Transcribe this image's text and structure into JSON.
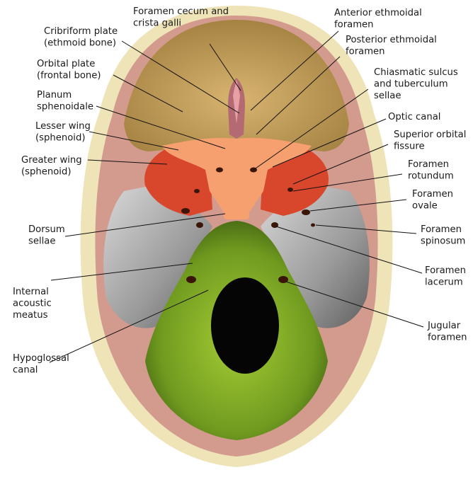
{
  "figure": {
    "colors": {
      "frontal": "#c9a45e",
      "ethmoid": "#b36a72",
      "sphenoid_light": "#f6a070",
      "sphenoid_dark": "#d8462c",
      "temporal": "#a9a9a9",
      "occipital": "#7ea624",
      "parietal": "#d39a8e",
      "skull_rim": "#efe3b8",
      "foramen_magnum": "#050505"
    },
    "labels": {
      "foramen_cecum": [
        "Foramen cecum and",
        "crista galli"
      ],
      "anterior_ethmoidal": [
        "Anterior ethmoidal",
        "foramen"
      ],
      "cribriform": [
        "Cribriform plate",
        "(ethmoid bone)"
      ],
      "posterior_ethmoidal": [
        "Posterior ethmoidal",
        "foramen"
      ],
      "orbital_plate": [
        "Orbital plate",
        "(frontal bone)"
      ],
      "chiasmatic": [
        "Chiasmatic sulcus",
        "and tuberculum",
        "sellae"
      ],
      "planum": [
        "Planum",
        "sphenoidale"
      ],
      "optic_canal": [
        "Optic canal"
      ],
      "lesser_wing": [
        "Lesser wing",
        "(sphenoid)"
      ],
      "superior_orbital": [
        "Superior orbital",
        "fissure"
      ],
      "greater_wing": [
        "Greater wing",
        "(sphenoid)"
      ],
      "foramen_rotundum": [
        "Foramen",
        "rotundum"
      ],
      "foramen_ovale": [
        "Foramen",
        "ovale"
      ],
      "dorsum_sellae": [
        "Dorsum",
        "sellae"
      ],
      "foramen_spinosum": [
        "Foramen",
        "spinosum"
      ],
      "foramen_lacerum": [
        "Foramen",
        "lacerum"
      ],
      "internal_acoustic": [
        "Internal",
        "acoustic",
        "meatus"
      ],
      "jugular_foramen": [
        "Jugular",
        "foramen"
      ],
      "hypoglossal": [
        "Hypoglossal",
        "canal"
      ]
    }
  }
}
